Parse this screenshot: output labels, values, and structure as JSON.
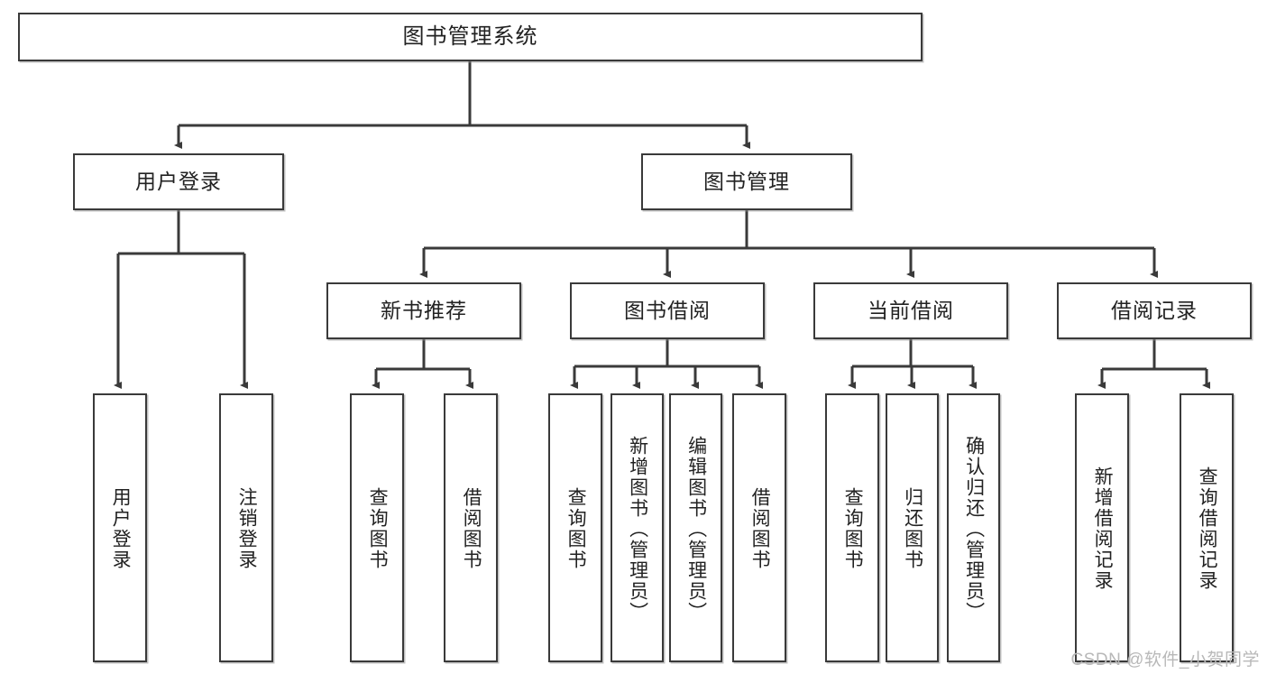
{
  "diagram": {
    "title": "图书管理系统",
    "type": "tree-hierarchy",
    "root": {
      "label": "图书管理系统"
    },
    "level2": [
      {
        "label": "用户登录"
      },
      {
        "label": "图书管理"
      }
    ],
    "level3": [
      {
        "label": "新书推荐"
      },
      {
        "label": "图书借阅"
      },
      {
        "label": "当前借阅"
      },
      {
        "label": "借阅记录"
      }
    ],
    "leaves": {
      "user_login": [
        {
          "label": "用户登录"
        },
        {
          "label": "注销登录"
        }
      ],
      "new_book_recommend": [
        {
          "label": "查询图书"
        },
        {
          "label": "借阅图书"
        }
      ],
      "book_borrow": [
        {
          "label": "查询图书"
        },
        {
          "label": "新增图书（管理员）"
        },
        {
          "label": "编辑图书（管理员）"
        },
        {
          "label": "借阅图书"
        }
      ],
      "current_borrow": [
        {
          "label": "查询图书"
        },
        {
          "label": "归还图书"
        },
        {
          "label": "确认归还（管理员）"
        }
      ],
      "borrow_record": [
        {
          "label": "新增借阅记录"
        },
        {
          "label": "查询借阅记录"
        }
      ]
    }
  },
  "watermark": {
    "text": "CSDN @软件_小贺同学"
  },
  "colors": {
    "border": "#3a3a3a",
    "text": "#222222",
    "background": "#ffffff",
    "watermark": "#b8b8b8"
  }
}
